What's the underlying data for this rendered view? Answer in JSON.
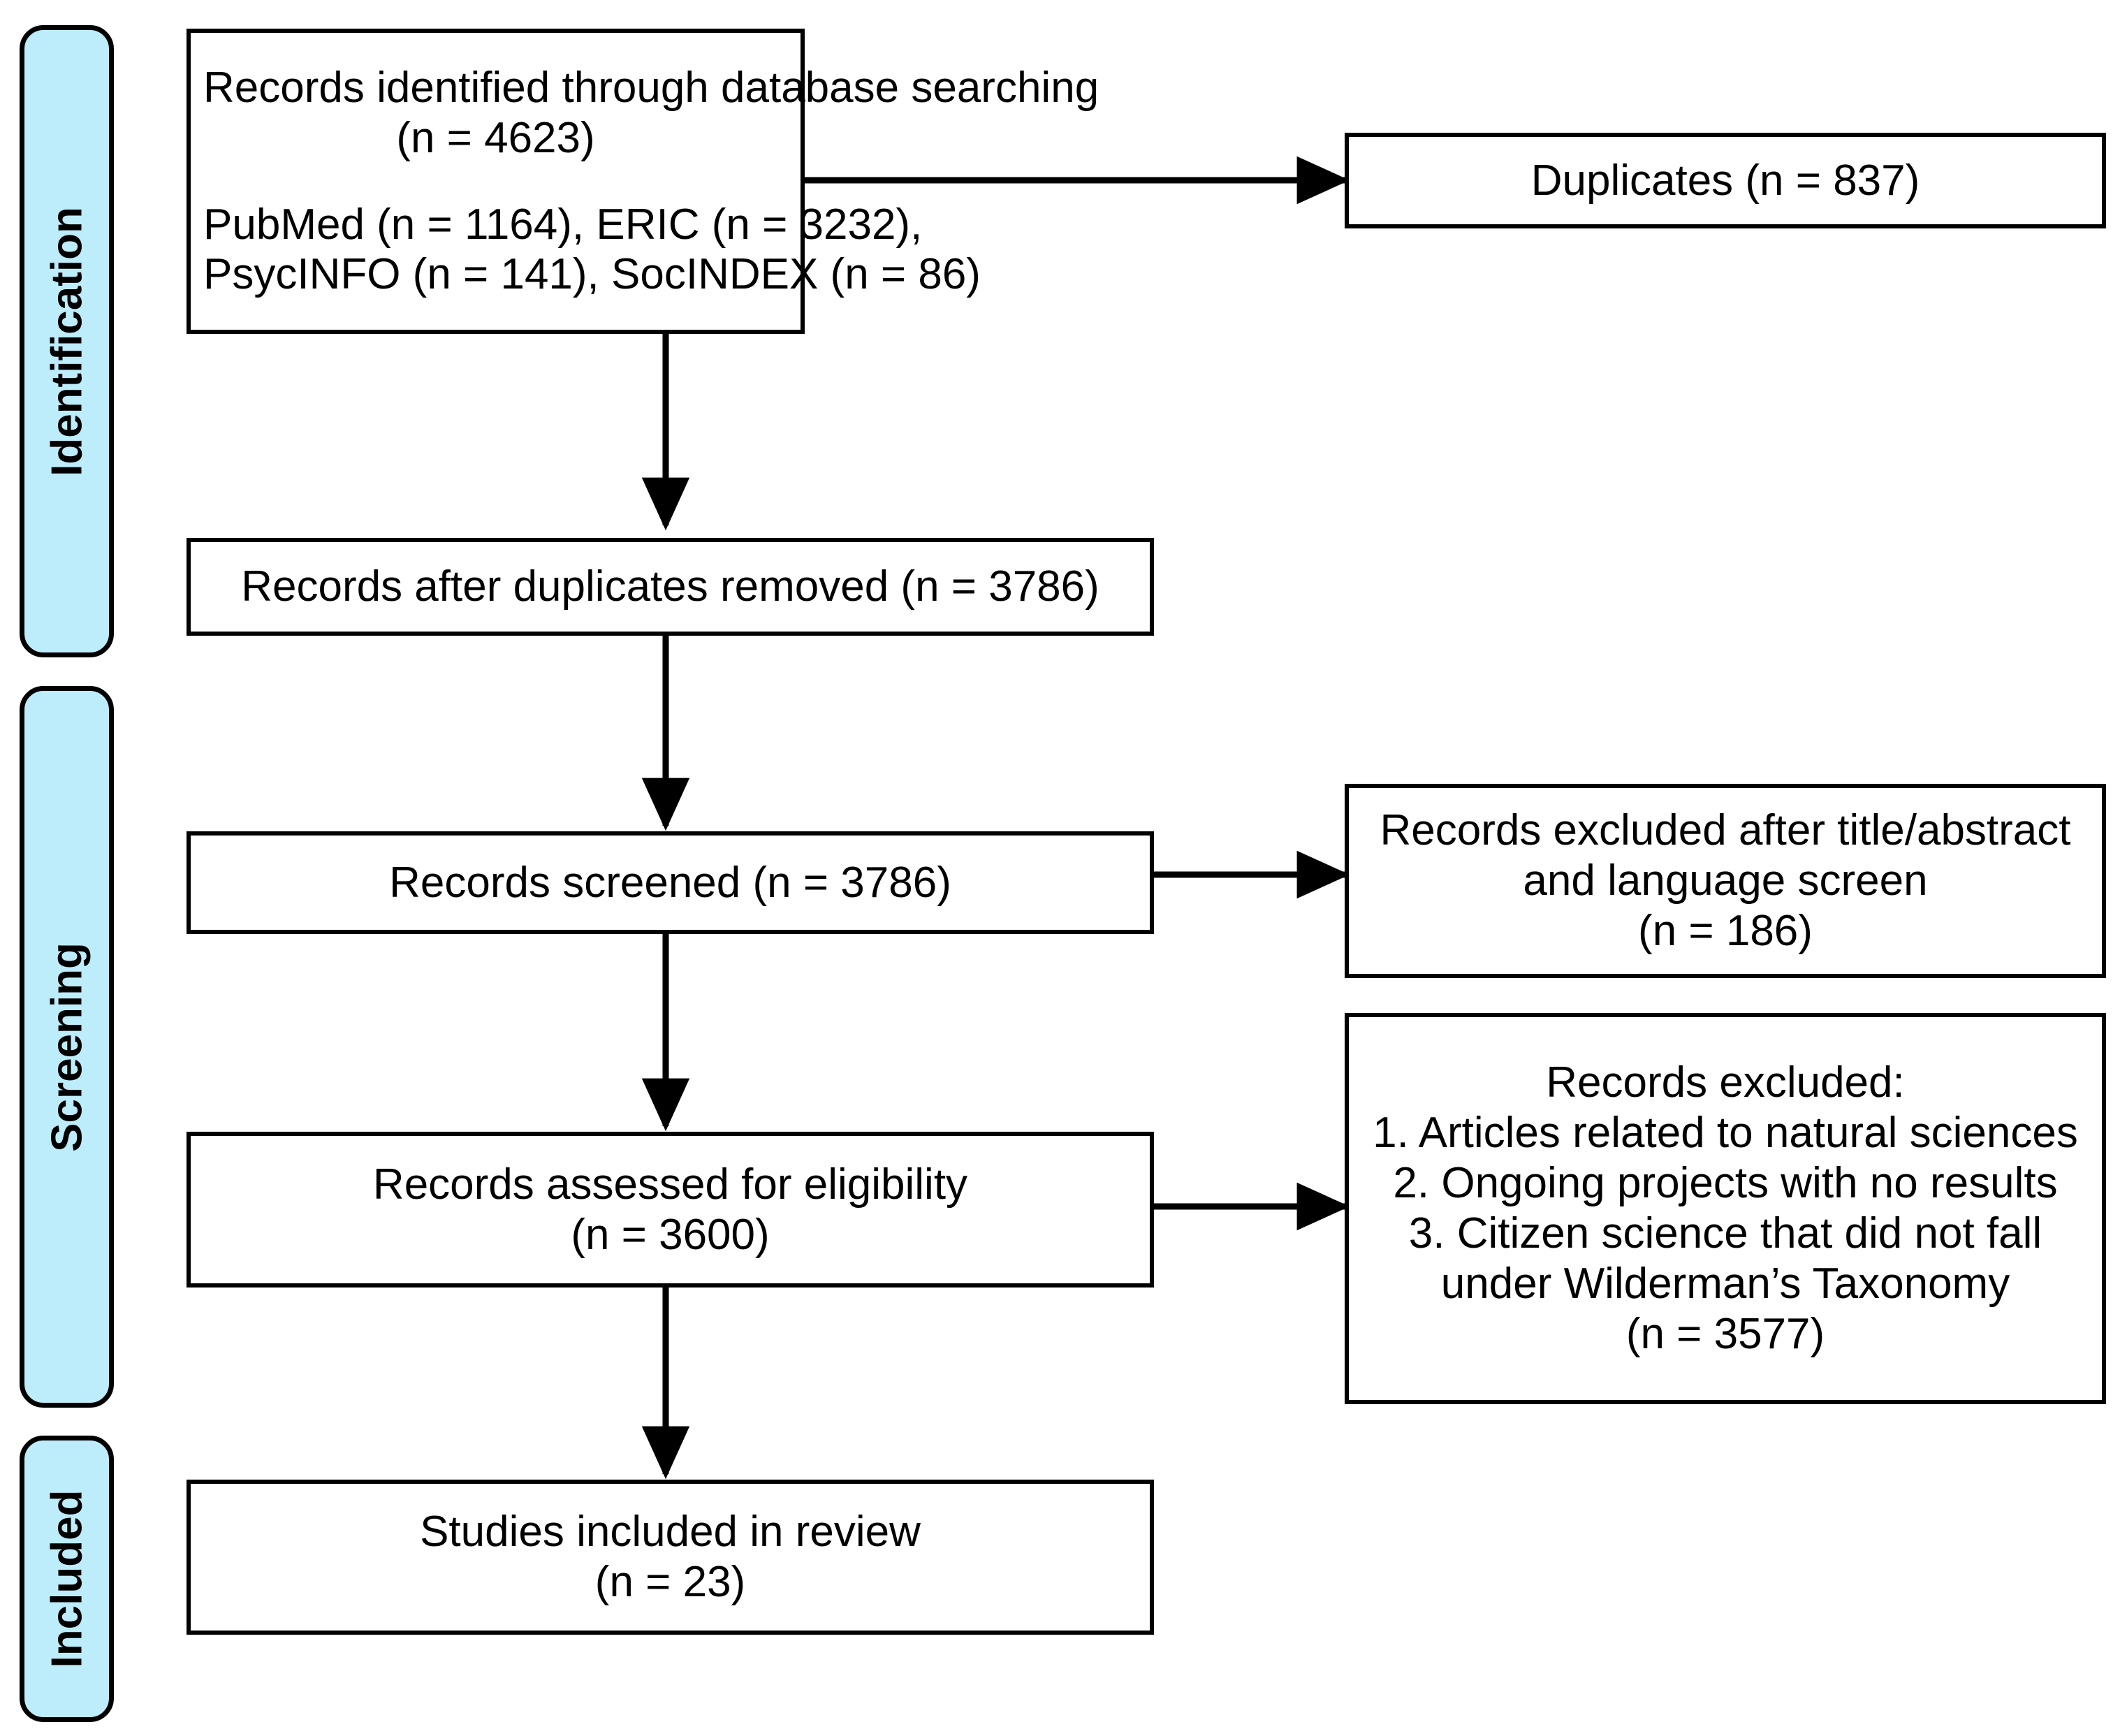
{
  "diagram": {
    "title": "PRISMA flow diagram",
    "type": "prisma-flow",
    "colors": {
      "phase_bar_fill": "#bdecfb",
      "stroke": "#000000",
      "box_fill": "#ffffff",
      "text": "#000000"
    }
  },
  "phases": [
    {
      "id": "identification",
      "label": "Identification"
    },
    {
      "id": "screening",
      "label": "Screening"
    },
    {
      "id": "included",
      "label": "Included"
    }
  ],
  "boxes": {
    "identified": {
      "id": "records-identified",
      "lines": [
        "Records identified through database searching",
        "(n = 4623)",
        "",
        "PubMed (n = 1164), ERIC (n = 3232),",
        "PsycINFO (n = 141), SocINDEX (n = 86)"
      ],
      "n": 4623,
      "sources": [
        {
          "name": "PubMed",
          "n": 1164
        },
        {
          "name": "ERIC",
          "n": 3232
        },
        {
          "name": "PsycINFO",
          "n": 141
        },
        {
          "name": "SocINDEX",
          "n": 86
        }
      ]
    },
    "duplicates": {
      "id": "duplicates",
      "lines": [
        "Duplicates (n = 837)"
      ],
      "n": 837
    },
    "after_duplicates": {
      "id": "records-after-duplicates-removed",
      "lines": [
        "Records after duplicates removed (n = 3786)"
      ],
      "n": 3786
    },
    "screened": {
      "id": "records-screened",
      "lines": [
        "Records screened (n = 3786)"
      ],
      "n": 3786
    },
    "excluded_title_abstract": {
      "id": "records-excluded-title-abstract",
      "lines": [
        "Records excluded after title/abstract",
        "and language screen",
        "(n = 186)"
      ],
      "n": 186
    },
    "eligibility": {
      "id": "records-assessed-for-eligibility",
      "lines": [
        "Records assessed for eligibility",
        "(n = 3600)"
      ],
      "n": 3600
    },
    "excluded_reasons": {
      "id": "records-excluded-reasons",
      "lines": [
        "Records excluded:",
        "1. Articles related to natural sciences",
        "2. Ongoing projects with no results",
        "3. Citizen science that did not fall",
        "under Wilderman’s Taxonomy",
        "(n = 3577)"
      ],
      "n": 3577,
      "reasons": [
        "Articles related to natural sciences",
        "Ongoing projects with no results",
        "Citizen science that did not fall under Wilderman’s Taxonomy"
      ]
    },
    "included_studies": {
      "id": "studies-included-in-review",
      "lines": [
        "Studies included in review",
        "(n = 23)"
      ],
      "n": 23
    }
  },
  "connectors": [
    {
      "id": "identified-to-duplicates",
      "from": "records-identified",
      "to": "duplicates",
      "direction": "right"
    },
    {
      "id": "identified-to-after-duplicates",
      "from": "records-identified",
      "to": "records-after-duplicates-removed",
      "direction": "down"
    },
    {
      "id": "after-duplicates-to-screened",
      "from": "records-after-duplicates-removed",
      "to": "records-screened",
      "direction": "down"
    },
    {
      "id": "screened-to-excluded-title-abstract",
      "from": "records-screened",
      "to": "records-excluded-title-abstract",
      "direction": "right"
    },
    {
      "id": "screened-to-eligibility",
      "from": "records-screened",
      "to": "records-assessed-for-eligibility",
      "direction": "down"
    },
    {
      "id": "eligibility-to-excluded-reasons",
      "from": "records-assessed-for-eligibility",
      "to": "records-excluded-reasons",
      "direction": "right"
    },
    {
      "id": "eligibility-to-included",
      "from": "records-assessed-for-eligibility",
      "to": "studies-included-in-review",
      "direction": "down"
    }
  ]
}
